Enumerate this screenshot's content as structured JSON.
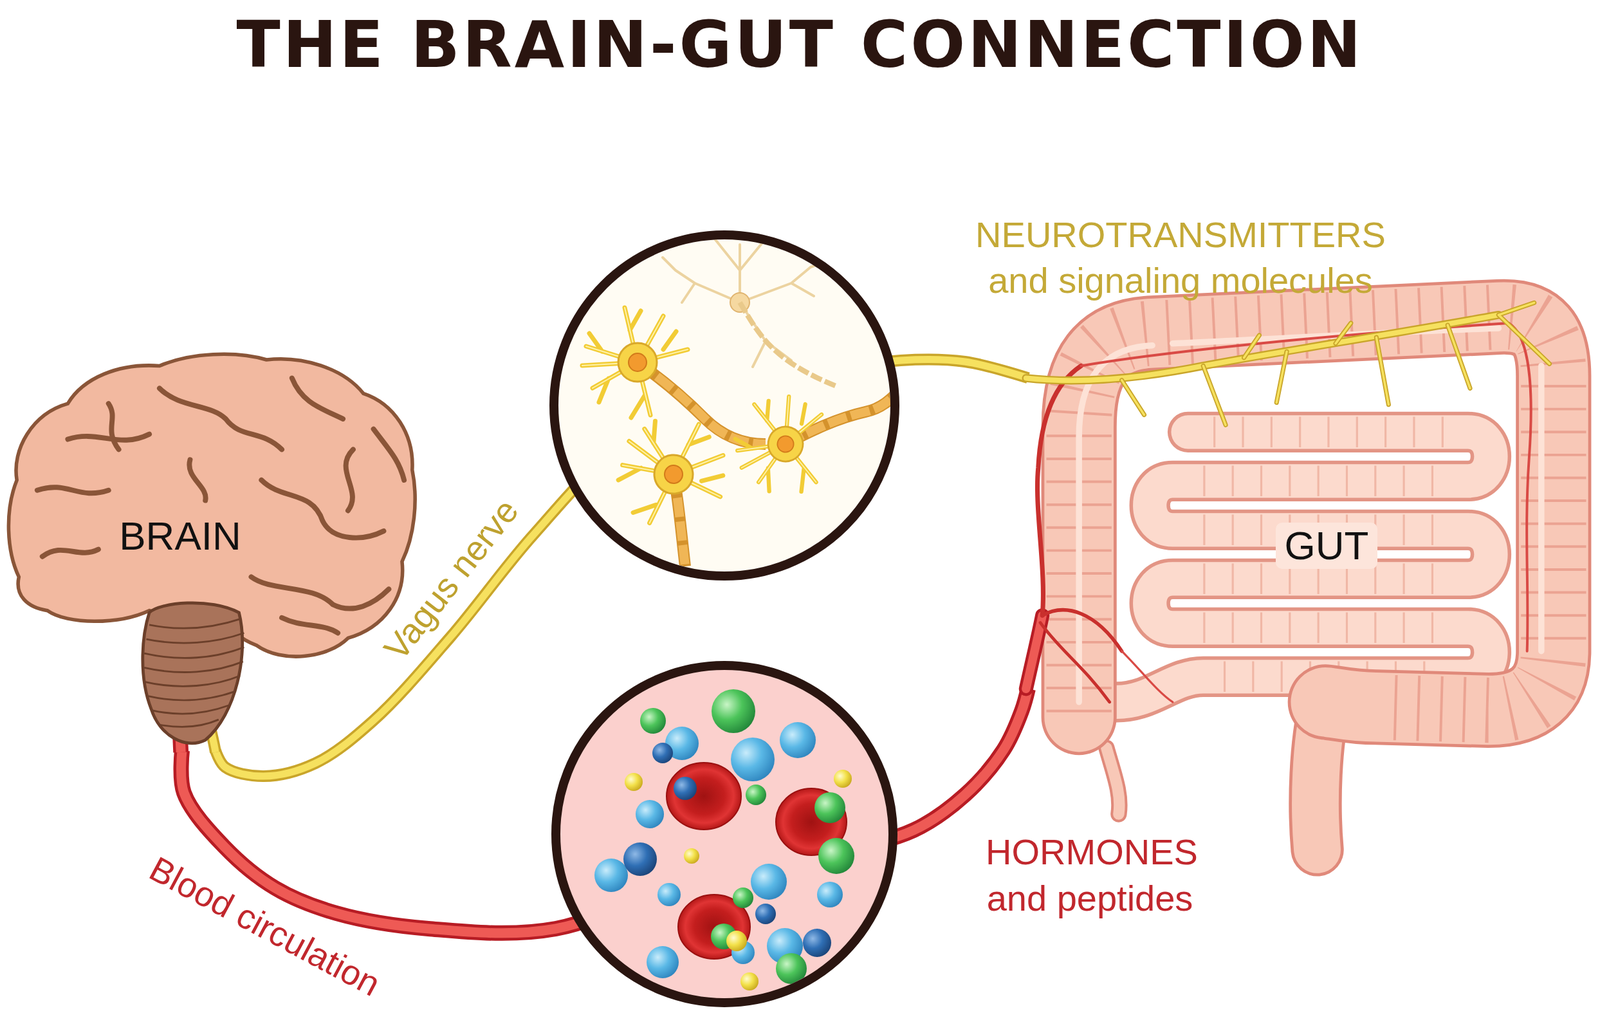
{
  "diagram": {
    "title": "THE BRAIN-GUT CONNECTION",
    "nodes": [
      {
        "text": [
          "BRAIN"
        ]
      },
      {
        "text": [
          "GUT"
        ]
      }
    ],
    "edges": [
      {
        "from": 0,
        "to": 1,
        "arrow": "none",
        "label": "Vagus nerve"
      },
      {
        "from": 0,
        "to": 1,
        "arrow": "none",
        "label": "Blood circulation"
      }
    ],
    "labels": [
      "NEUROTRANSMITTERS",
      "and signaling molecules",
      "HORMONES",
      "and peptides"
    ]
  }
}
